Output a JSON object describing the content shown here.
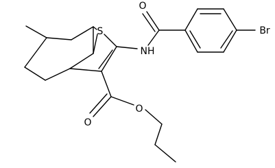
{
  "molecule": {
    "atom_labels": {
      "sulfur": "S",
      "amide_nitrogen": "NH",
      "amide_oxygen": "O",
      "bromine": "Br",
      "ester_carbonyl_oxygen": "O",
      "ester_ether_oxygen": "O"
    }
  },
  "colors": {
    "bond": "#000000",
    "label": "#000000",
    "background": "#ffffff"
  }
}
